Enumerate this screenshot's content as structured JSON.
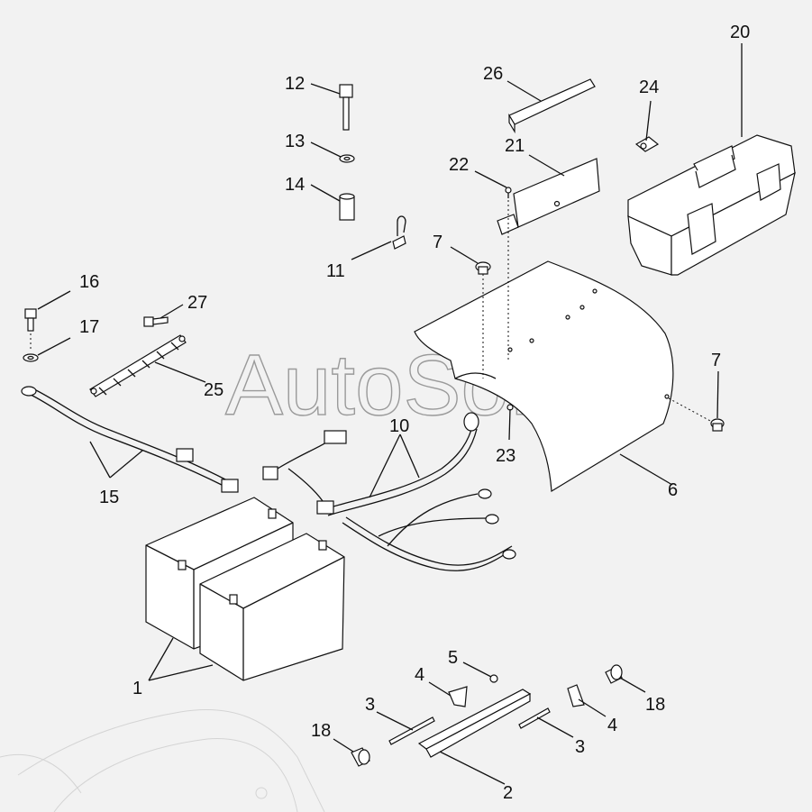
{
  "watermark": "AutoSoft",
  "callouts": {
    "c1": "1",
    "c2": "2",
    "c3a": "3",
    "c3b": "3",
    "c4a": "4",
    "c4b": "4",
    "c5": "5",
    "c6": "6",
    "c7a": "7",
    "c7b": "7",
    "c10": "10",
    "c11": "11",
    "c12": "12",
    "c13": "13",
    "c14": "14",
    "c15": "15",
    "c16": "16",
    "c17": "17",
    "c18a": "18",
    "c18b": "18",
    "c20": "20",
    "c21": "21",
    "c22": "22",
    "c23": "23",
    "c24": "24",
    "c25": "25",
    "c26": "26",
    "c27": "27"
  }
}
